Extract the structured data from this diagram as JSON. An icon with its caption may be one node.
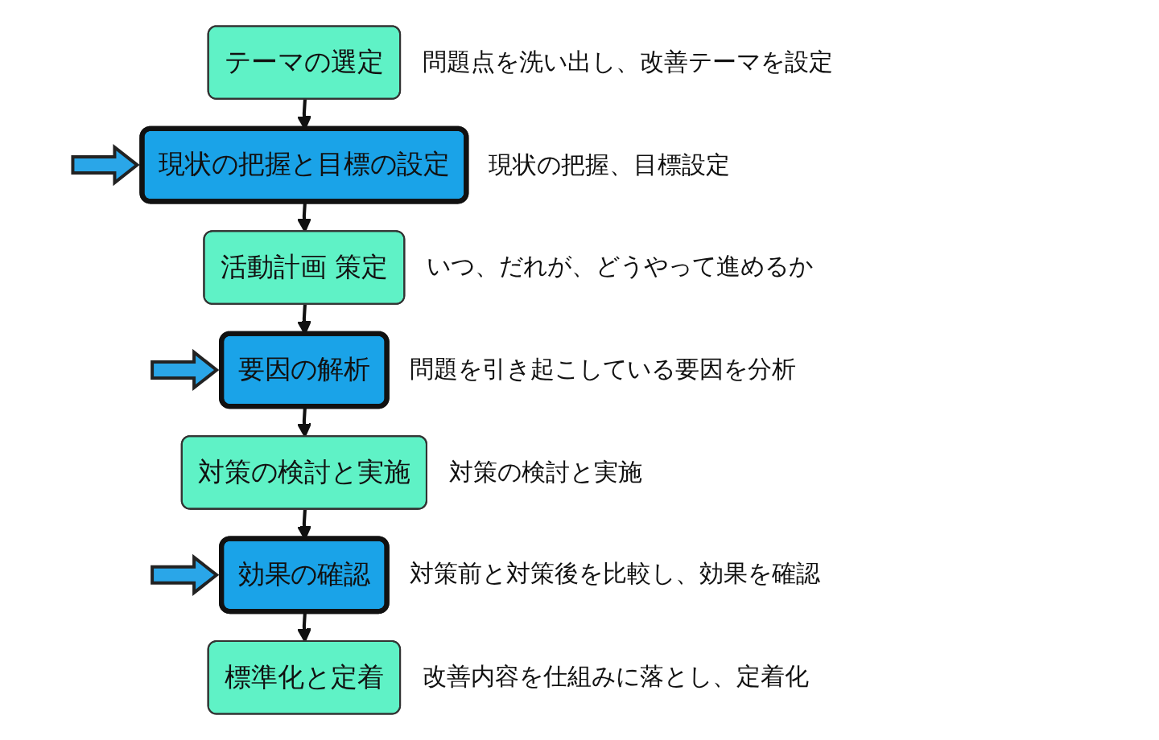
{
  "diagram": {
    "nodes": [
      {
        "text": [
          "テーマの選定"
        ],
        "beside": [
          "問題点を洗い出し、改善テーマを設定"
        ]
      },
      {
        "text": [
          "現状の把握と目標の設定"
        ],
        "beside": [
          "現状の把握、目標設定"
        ]
      },
      {
        "text": [
          "活動計画 策定"
        ],
        "beside": [
          "いつ、だれが、どうやって進めるか"
        ]
      },
      {
        "text": [
          "要因の解析"
        ],
        "beside": [
          "問題を引き起こしている要因を分析"
        ]
      },
      {
        "text": [
          "対策の検討と実施"
        ],
        "beside": [
          "対策の検討と実施"
        ]
      },
      {
        "text": [
          "効果の確認"
        ],
        "beside": [
          "対策前と対策後を比較し、効果を確認"
        ]
      },
      {
        "text": [
          "標準化と定着"
        ],
        "beside": [
          "改善内容を仕組みに落とし、定着化"
        ]
      }
    ],
    "edges": [
      {
        "from": 0,
        "to": 1,
        "arrow": "to"
      },
      {
        "from": 1,
        "to": 2,
        "arrow": "to"
      },
      {
        "from": 2,
        "to": 3,
        "arrow": "to"
      },
      {
        "from": 3,
        "to": 4,
        "arrow": "to"
      },
      {
        "from": 4,
        "to": 5,
        "arrow": "to"
      },
      {
        "from": 5,
        "to": 6,
        "arrow": "to"
      },
      {
        "from": null,
        "to": 1,
        "arrow": "to",
        "style": "thick",
        "color": "#2aa6e8"
      },
      {
        "from": null,
        "to": 3,
        "arrow": "to",
        "style": "thick",
        "color": "#2aa6e8"
      },
      {
        "from": null,
        "to": 5,
        "arrow": "to",
        "style": "thick",
        "color": "#2aa6e8"
      }
    ]
  }
}
